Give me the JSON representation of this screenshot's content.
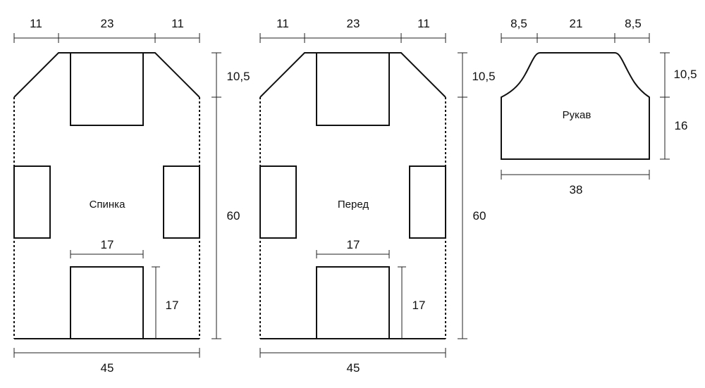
{
  "back": {
    "name": "Спинка",
    "top_widths": [
      "11",
      "23",
      "11"
    ],
    "shoulder_height": "10,5",
    "total_height": "60",
    "bottom_width": "45",
    "pocket_width": "17",
    "pocket_height": "17"
  },
  "front": {
    "name": "Перед",
    "top_widths": [
      "11",
      "23",
      "11"
    ],
    "shoulder_height": "10,5",
    "total_height": "60",
    "bottom_width": "45",
    "pocket_width": "17",
    "pocket_height": "17"
  },
  "sleeve": {
    "name": "Рукав",
    "top_widths": [
      "8,5",
      "21",
      "8,5"
    ],
    "cap_height": "10,5",
    "body_height": "16",
    "bottom_width": "38"
  },
  "colors": {
    "line": "#111111",
    "background": "#ffffff"
  }
}
